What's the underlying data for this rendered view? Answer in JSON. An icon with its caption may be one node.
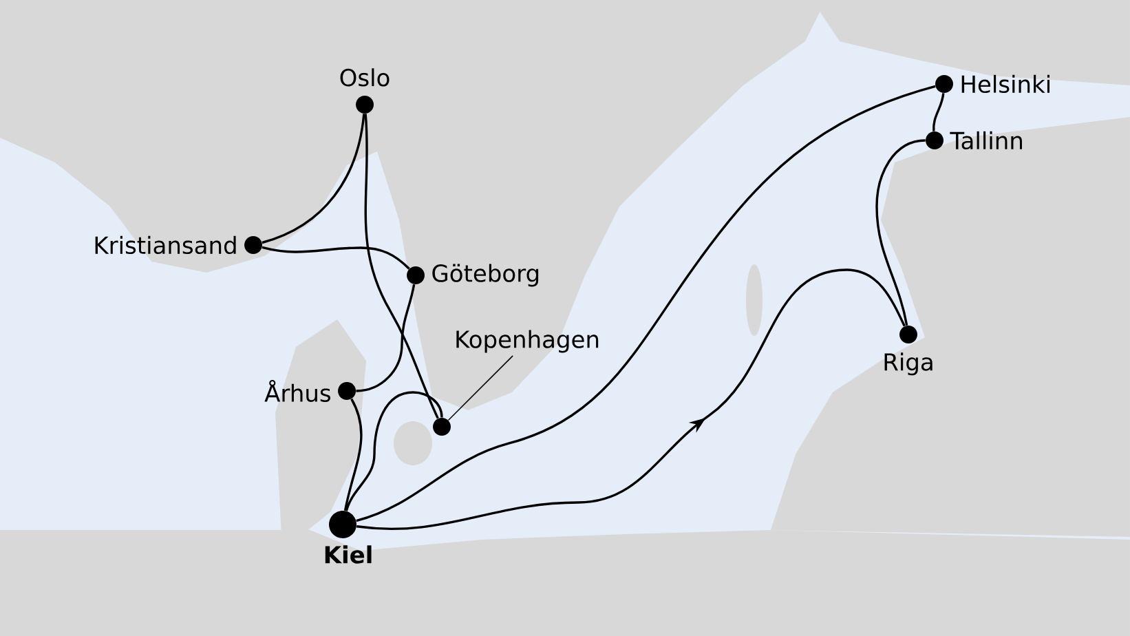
{
  "diagram": {
    "nodes": [
      {
        "text": [
          "Oslo"
        ]
      },
      {
        "text": [
          "Helsinki"
        ]
      },
      {
        "text": [
          "Tallinn"
        ]
      },
      {
        "text": [
          "Kristiansand"
        ]
      },
      {
        "text": [
          "Göteborg"
        ]
      },
      {
        "text": [
          "Kopenhagen"
        ]
      },
      {
        "text": [
          "Riga"
        ]
      },
      {
        "text": [
          "Århus"
        ]
      },
      {
        "text": [],
        "shape": "circle"
      },
      {
        "text": [
          "Kiel"
        ]
      }
    ],
    "edges": [
      {
        "from": 9,
        "to": 6,
        "arrow": "to"
      },
      {
        "from": 6,
        "to": 2,
        "arrow": "none"
      },
      {
        "from": 2,
        "to": 1,
        "arrow": "none"
      },
      {
        "from": 1,
        "to": 9,
        "arrow": "none"
      },
      {
        "from": 9,
        "to": 8,
        "arrow": "none"
      },
      {
        "from": 8,
        "to": 0,
        "arrow": "none"
      },
      {
        "from": 0,
        "to": 3,
        "arrow": "none"
      },
      {
        "from": 3,
        "to": 4,
        "arrow": "none"
      },
      {
        "from": 4,
        "to": 7,
        "arrow": "none"
      },
      {
        "from": 7,
        "to": 9,
        "arrow": "none"
      },
      {
        "from": 5,
        "to": 8,
        "arrow": "none"
      }
    ]
  }
}
